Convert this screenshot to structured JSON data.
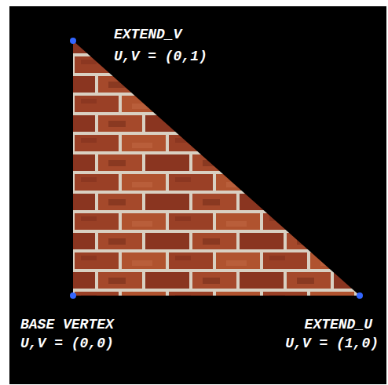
{
  "diagram": {
    "labels": [
      "EXTEND_V",
      "U,V = (0,1)",
      "BASE VERTEX",
      "U,V = (0,0)",
      "EXTEND_U",
      "U,V = (1,0)"
    ]
  }
}
